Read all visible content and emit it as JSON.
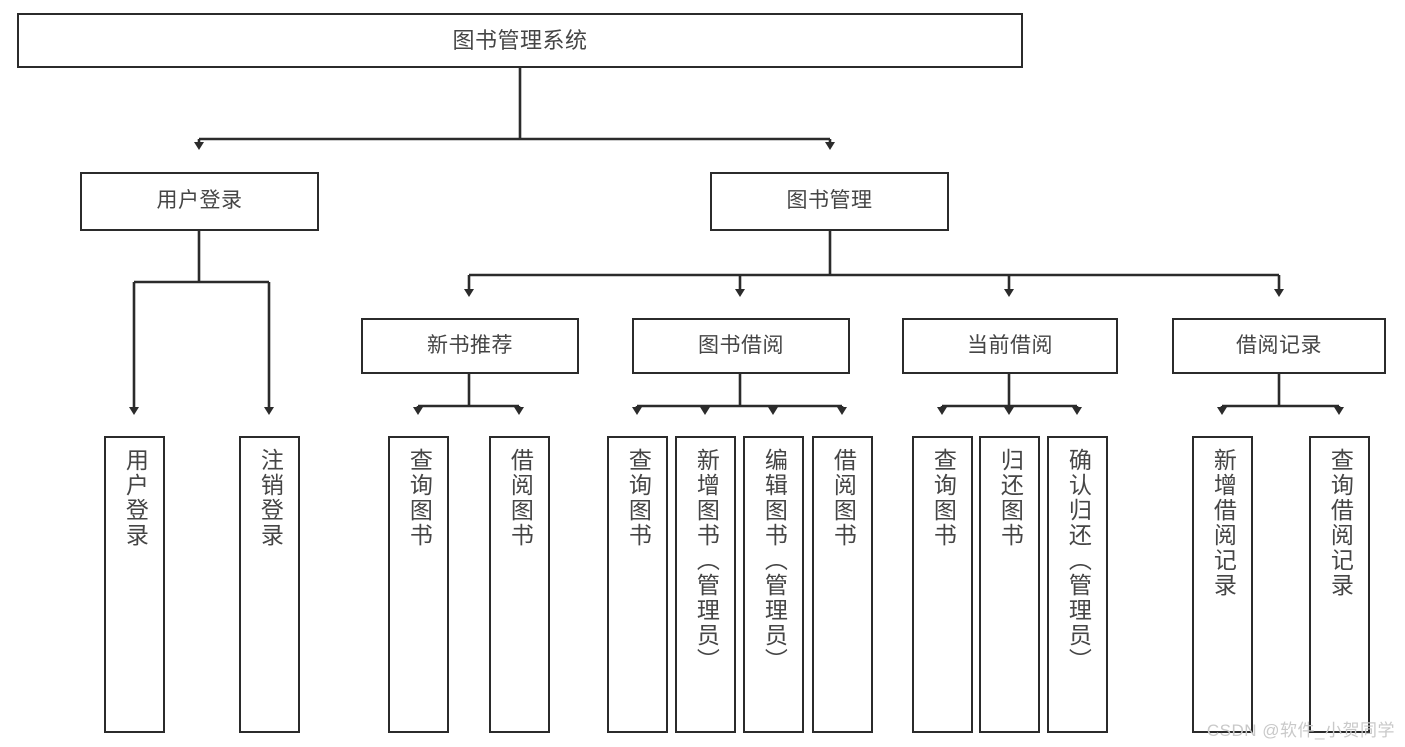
{
  "diagram": {
    "title": "图书管理系统",
    "type": "tree",
    "root": {
      "label": "图书管理系统"
    },
    "level2": [
      {
        "label": "用户登录"
      },
      {
        "label": "图书管理"
      }
    ],
    "level3": [
      {
        "label": "新书推荐"
      },
      {
        "label": "图书借阅"
      },
      {
        "label": "当前借阅"
      },
      {
        "label": "借阅记录"
      }
    ],
    "leaves": {
      "user_login": [
        {
          "label": "用户登录"
        },
        {
          "label": "注销登录"
        }
      ],
      "new_book_recommend": [
        {
          "label": "查询图书"
        },
        {
          "label": "借阅图书"
        }
      ],
      "book_borrow": [
        {
          "label": "查询图书"
        },
        {
          "label": "新增图书（管理员）"
        },
        {
          "label": "编辑图书（管理员）"
        },
        {
          "label": "借阅图书"
        }
      ],
      "current_borrow": [
        {
          "label": "查询图书"
        },
        {
          "label": "归还图书"
        },
        {
          "label": "确认归还（管理员）"
        }
      ],
      "borrow_record": [
        {
          "label": "新增借阅记录"
        },
        {
          "label": "查询借阅记录"
        }
      ]
    }
  },
  "watermark": {
    "text": "CSDN @软件_小贺同学"
  },
  "colors": {
    "stroke": "#2b2b2b",
    "fill": "#ffffff",
    "text": "#454545",
    "watermark": "#c9c9c9"
  }
}
